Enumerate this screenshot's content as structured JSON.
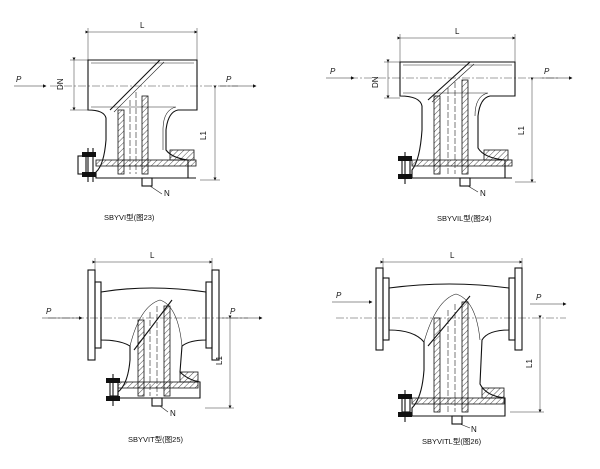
{
  "drawings": [
    {
      "caption": "SBYVI型(图23)",
      "dim_length": "L",
      "dim_diameter": "DN",
      "dim_height": "L1",
      "port_label": "N",
      "flow_label": "P"
    },
    {
      "caption": "SBYVIL型(图24)",
      "dim_length": "L",
      "dim_diameter": "DN",
      "dim_height": "L1",
      "port_label": "N",
      "flow_label": "P"
    },
    {
      "caption": "SBYVIT型(图25)",
      "dim_length": "L",
      "dim_height": "L1",
      "port_label": "N",
      "flow_label": "P"
    },
    {
      "caption": "SBYVITL型(图26)",
      "dim_length": "L",
      "dim_height": "L1",
      "port_label": "N",
      "flow_label": "P"
    }
  ]
}
